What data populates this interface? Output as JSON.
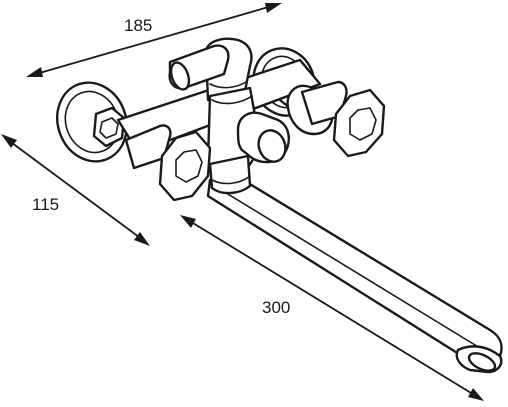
{
  "dimensions": {
    "width": "185",
    "depth": "115",
    "spout_length": "300"
  }
}
